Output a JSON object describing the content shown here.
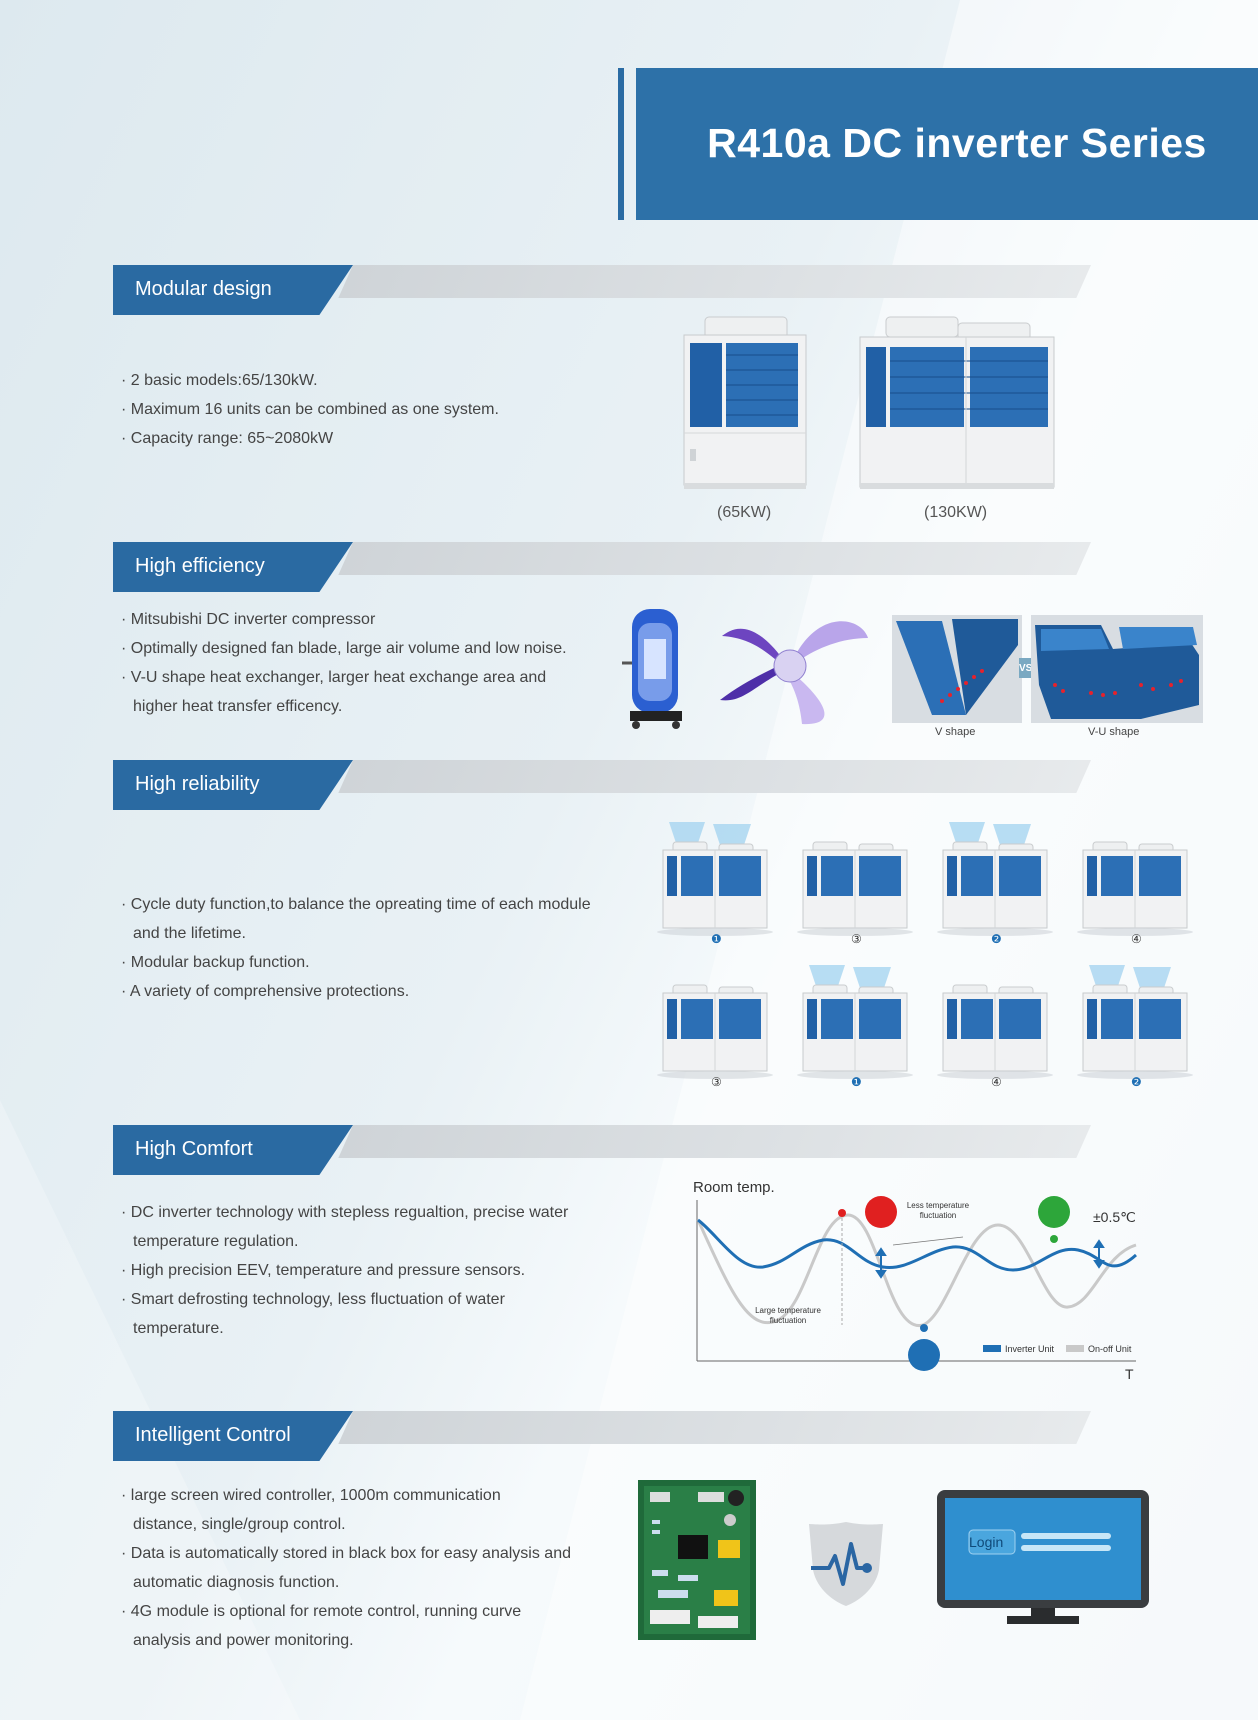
{
  "header": {
    "title": "R410a DC inverter Series"
  },
  "sections": {
    "modular": {
      "label": "Modular design",
      "bullets": [
        "· 2 basic models:65/130kW.",
        "· Maximum 16 units can be combined as one system.",
        "· Capacity range: 65~2080kW"
      ],
      "captions": [
        "(65KW)",
        "(130KW)"
      ]
    },
    "efficiency": {
      "label": "High efficiency",
      "bullets": [
        "· Mitsubishi DC inverter compressor",
        "· Optimally designed fan blade, large air volume and low noise.",
        "· V-U shape heat exchanger, larger heat exchange area and",
        "higher heat transfer efficency."
      ],
      "vs": "VS",
      "captions": [
        "V shape",
        "V-U shape"
      ]
    },
    "reliability": {
      "label": "High reliability",
      "bullets": [
        "· Cycle duty function,to balance the opreating time of each module",
        "and  the lifetime.",
        "· Modular backup function.",
        "· A variety of comprehensive protections."
      ],
      "row1": [
        "❶",
        "③",
        "❷",
        "④"
      ],
      "row2": [
        "③",
        "❶",
        "④",
        "❷"
      ]
    },
    "comfort": {
      "label": "High Comfort",
      "bullets": [
        "· DC inverter technology with stepless regualtion, precise water",
        "temperature regulation.",
        "· High precision EEV, temperature and pressure sensors.",
        "· Smart defrosting technology, less fluctuation of water",
        "temperature."
      ],
      "chart_data": {
        "type": "line",
        "ylabel": "Room temp.",
        "xlabel": "T",
        "annotations": [
          "Less temperature",
          "fluctuation",
          "Large temperature",
          "fluctuation",
          "±0.5℃"
        ],
        "series": [
          {
            "name": "Inverter Unit"
          },
          {
            "name": "On-off Unit"
          }
        ],
        "colors": {
          "inverter": "#1f6fb4",
          "onoff": "#c8c8c8"
        }
      }
    },
    "control": {
      "label": "Intelligent Control",
      "bullets": [
        "· large screen wired controller, 1000m communication",
        "distance, single/group control.",
        "· Data is automatically stored in black box for easy analysis and",
        "automatic diagnosis function.",
        "· 4G module is optional for remote control, running curve",
        "analysis and power monitoring."
      ],
      "login": "Login"
    }
  }
}
